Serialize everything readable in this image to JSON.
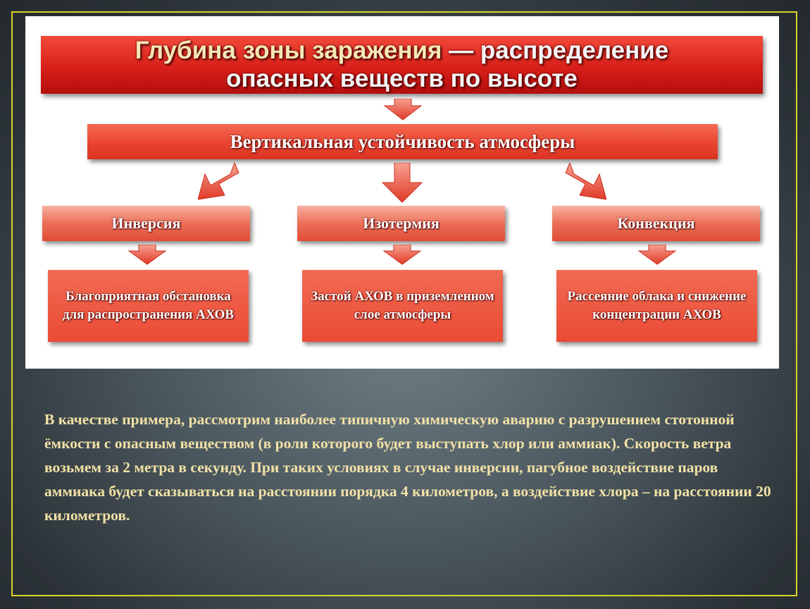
{
  "colors": {
    "frame_border": "#d8d42a",
    "title_red": "#d81f19",
    "box_red": "#e8412f",
    "arrow_red": "#e13a28",
    "description_text": "#f1e1a6"
  },
  "diagram": {
    "title_line1_highlight": "Глубина зоны заражения",
    "title_line1_rest": " — распределение",
    "title_line2": "опасных веществ по высоте",
    "root": "Вертикальная устойчивость атмосферы",
    "branches": [
      {
        "label": "Инверсия",
        "effect": "Благоприятная обстановка для распространения АХОВ"
      },
      {
        "label": "Изотермия",
        "effect": "Застой АХОВ в приземленном слое атмосферы"
      },
      {
        "label": "Конвекция",
        "effect": "Рассеяние облака и снижение концентрации АХОВ"
      }
    ],
    "edges": [
      {
        "from": "title",
        "to": "root"
      },
      {
        "from": "root",
        "to": "Инверсия"
      },
      {
        "from": "root",
        "to": "Изотермия"
      },
      {
        "from": "root",
        "to": "Конвекция"
      },
      {
        "from": "Инверсия",
        "to": "Благоприятная обстановка для распространения АХОВ"
      },
      {
        "from": "Изотермия",
        "to": "Застой АХОВ в приземленном слое атмосферы"
      },
      {
        "from": "Конвекция",
        "to": "Рассеяние облака и снижение концентрации АХОВ"
      }
    ]
  },
  "description": "В качестве примера, рассмотрим наиболее типичную химическую аварию с разрушением стотонной ёмкости с опасным веществом (в роли которого будет выступать хлор или аммиак). Скорость ветра возьмем за 2 метра в секунду. При таких условиях в случае инверсии, пагубное воздействие паров аммиака будет сказываться на расстоянии порядка 4 километров, а воздействие хлора – на расстоянии 20 километров."
}
